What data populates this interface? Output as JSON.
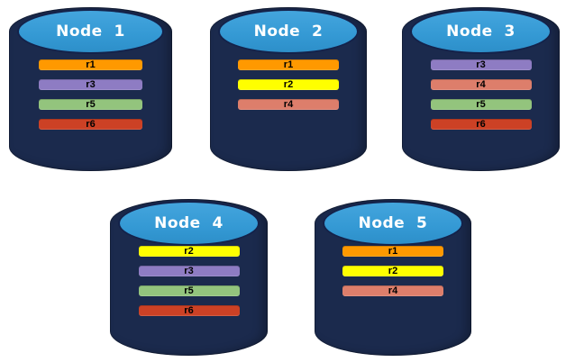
{
  "colors": {
    "background": "#FFFFFF",
    "cylinder_body": "#1B2A4D",
    "cylinder_top": "#3499D4",
    "cylinder_outline": "#14224A",
    "node_label_text": "#FFFFFF",
    "replica_label_text": "#000000"
  },
  "replica_colors": {
    "r1": "#FF9900",
    "r2": "#FFFF00",
    "r3": "#8E7CC3",
    "r4": "#DD7E6B",
    "r5": "#93C47D",
    "r6": "#CC4125"
  },
  "nodes": [
    {
      "label": "Node  1",
      "replicas": [
        "r1",
        "r3",
        "r5",
        "r6"
      ]
    },
    {
      "label": "Node  2",
      "replicas": [
        "r1",
        "r2",
        "r4"
      ]
    },
    {
      "label": "Node  3",
      "replicas": [
        "r3",
        "r4",
        "r5",
        "r6"
      ]
    },
    {
      "label": "Node  4",
      "replicas": [
        "r2",
        "r3",
        "r5",
        "r6"
      ]
    },
    {
      "label": "Node  5",
      "replicas": [
        "r1",
        "r2",
        "r4"
      ]
    }
  ]
}
